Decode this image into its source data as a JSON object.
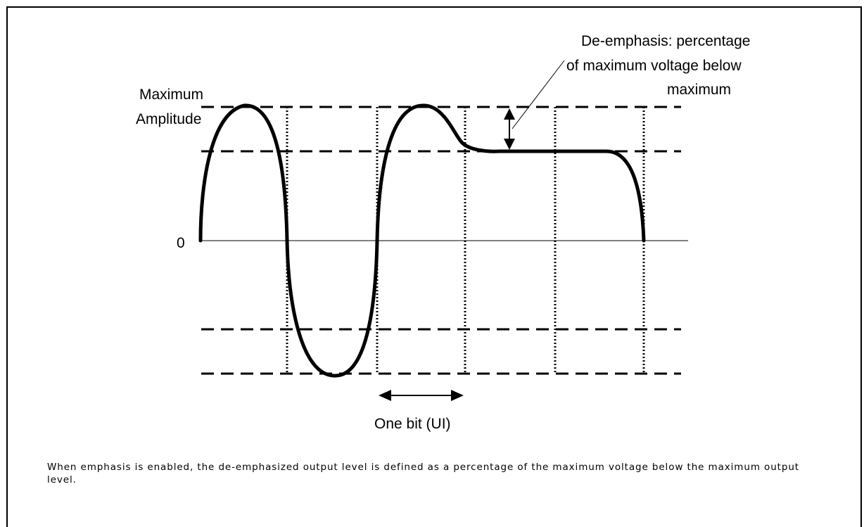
{
  "diagram": {
    "labels": {
      "max_amplitude_line1": "Maximum",
      "max_amplitude_line2": "Amplitude",
      "zero": "0",
      "deemphasis_line1": "De-emphasis: percentage",
      "deemphasis_line2": "of maximum voltage below",
      "deemphasis_line3": "maximum",
      "one_bit": "One bit (UI)"
    },
    "caption": "When emphasis is enabled, the de-emphasized output level is defined as a percentage of the maximum voltage below the maximum output level."
  }
}
